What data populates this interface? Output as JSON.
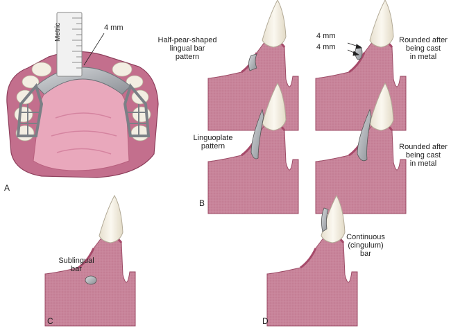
{
  "panels": {
    "a": {
      "letter": "A",
      "ruler_text": "Metric",
      "measure": "4 mm"
    },
    "b": {
      "letter": "B",
      "half_pear": [
        "Half-pear-shaped",
        "lingual bar",
        "pattern"
      ],
      "rounded_top": [
        "Rounded after",
        "being cast",
        "in metal"
      ],
      "measure_1": "4 mm",
      "measure_2": "4 mm",
      "linguoplate": [
        "Linguoplate",
        "pattern"
      ],
      "rounded_bottom": [
        "Rounded after",
        "being cast",
        "in metal"
      ]
    },
    "c": {
      "letter": "C",
      "label": [
        "Sublingual",
        "bar"
      ]
    },
    "d": {
      "letter": "D",
      "label": [
        "Continuous",
        "(cingulum)",
        "bar"
      ]
    }
  },
  "colors": {
    "gingiva": "#c8849a",
    "gingiva_dark": "#a64a6a",
    "palate": "#d98ba3",
    "tooth": "#f4efe3",
    "metal": "#a6aab0"
  }
}
